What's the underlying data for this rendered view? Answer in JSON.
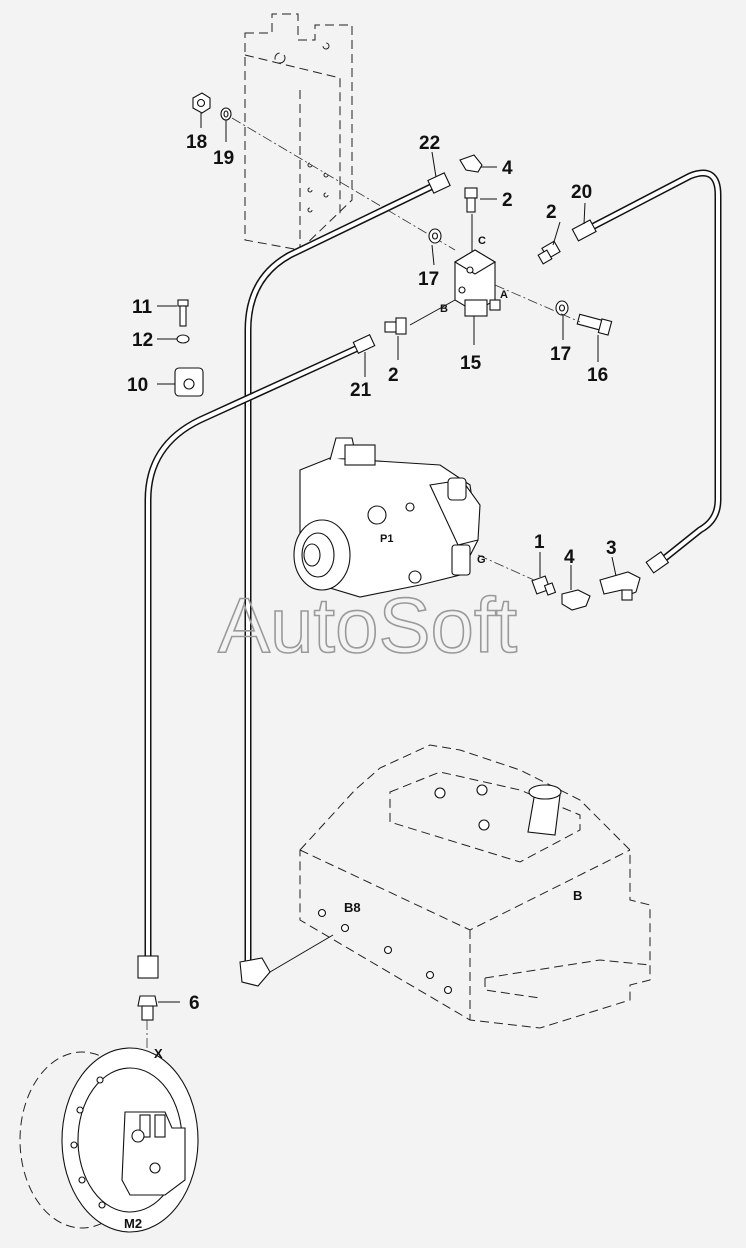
{
  "callouts": {
    "c1": "1",
    "c2a": "2",
    "c2b": "2",
    "c2c": "2",
    "c3": "3",
    "c4a": "4",
    "c4b": "4",
    "c6": "6",
    "c10": "10",
    "c11": "11",
    "c12": "12",
    "c15": "15",
    "c16": "16",
    "c17a": "17",
    "c17b": "17",
    "c18": "18",
    "c19": "19",
    "c20": "20",
    "c21": "21",
    "c22": "22"
  },
  "ports": {
    "a": "A",
    "b": "B",
    "c": "C",
    "g": "G",
    "x": "X"
  },
  "components": {
    "p1": "P1",
    "m2": "M2",
    "b8": "B8",
    "b": "B"
  },
  "watermark": "AutoSoft"
}
